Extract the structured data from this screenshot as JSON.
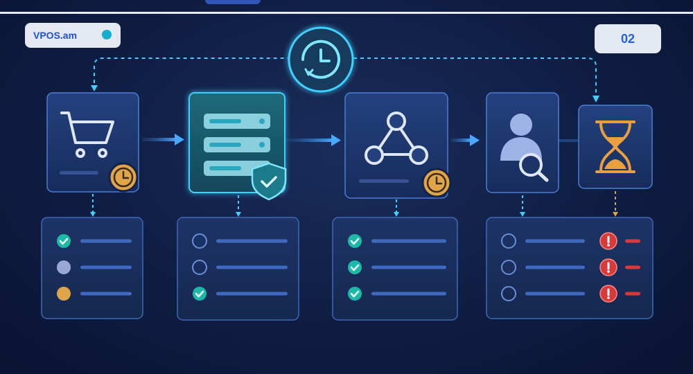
{
  "brand": {
    "name": "VPOS.am",
    "dot_color": "#14aed0"
  },
  "page": {
    "number": "02"
  },
  "colors": {
    "accent": "#3fd0ff",
    "check": "#1fb8a6",
    "warning": "#d63b3b",
    "clock": "#e0a548",
    "hourglass": "#e8a040"
  },
  "steps": [
    {
      "id": "cart",
      "icon": "shopping-cart-icon",
      "badge": "clock-badge-icon",
      "checklist": [
        "checked",
        "pending",
        "waiting"
      ]
    },
    {
      "id": "server",
      "icon": "server-stack-icon",
      "badge": "shield-check-icon",
      "checklist": [
        "empty",
        "empty",
        "checked"
      ]
    },
    {
      "id": "network",
      "icon": "network-nodes-icon",
      "badge": "clock-badge-icon",
      "checklist": [
        "checked",
        "checked",
        "checked"
      ]
    },
    {
      "id": "user-search",
      "icon": "user-search-icon",
      "badge": "",
      "checklist": [
        "empty",
        "empty",
        "empty"
      ]
    },
    {
      "id": "hourglass",
      "icon": "hourglass-icon",
      "badge": "",
      "checklist": [
        "alert",
        "alert",
        "alert"
      ]
    }
  ],
  "central_icon": "clock-refresh-icon"
}
